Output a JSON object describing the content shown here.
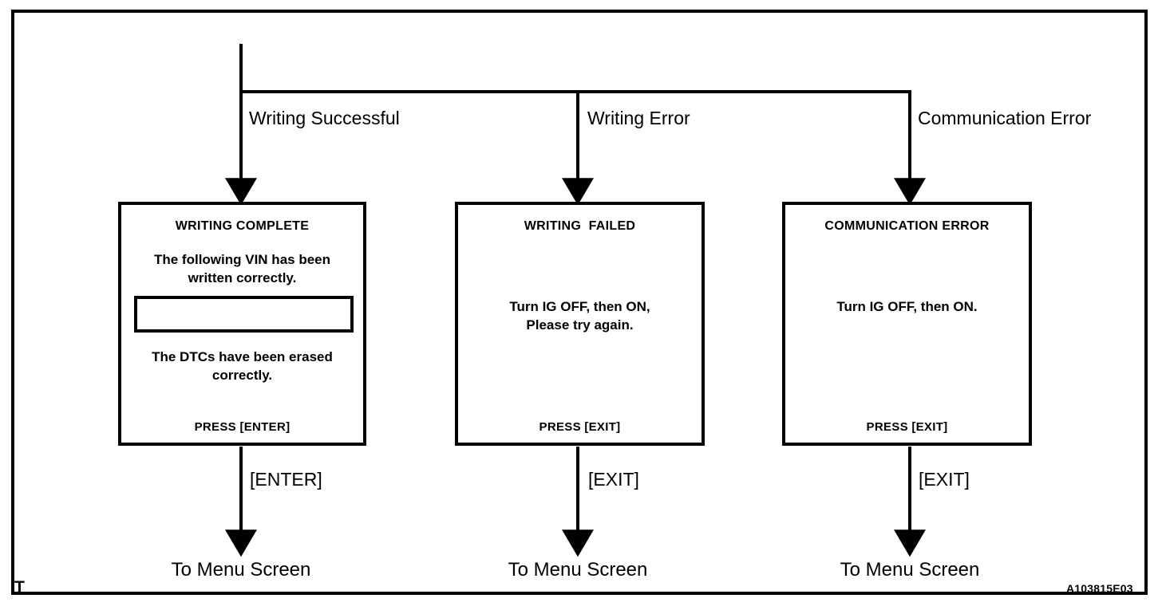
{
  "figure": {
    "code": "A103815E03",
    "corner_mark": "T"
  },
  "branches": [
    {
      "label": "Writing Successful"
    },
    {
      "label": "Writing Error"
    },
    {
      "label": "Communication Error"
    }
  ],
  "screens": [
    {
      "title": "WRITING COMPLETE",
      "message_top": "The following VIN has been\nwritten correctly.",
      "field_value": "",
      "message_bottom": "The DTCs have been erased\ncorrectly.",
      "footer": "PRESS [ENTER]",
      "has_field": true
    },
    {
      "title": "WRITING  FAILED",
      "message_top": "",
      "field_value": "",
      "message_bottom": "Turn IG OFF, then ON,\nPlease try again.",
      "footer": "PRESS [EXIT]",
      "has_field": false
    },
    {
      "title": "COMMUNICATION ERROR",
      "message_top": "",
      "field_value": "",
      "message_bottom": "Turn IG OFF, then ON.",
      "footer": "PRESS [EXIT]",
      "has_field": false
    }
  ],
  "exits": [
    {
      "key_label": "[ENTER]",
      "terminal": "To Menu Screen"
    },
    {
      "key_label": "[EXIT]",
      "terminal": "To Menu Screen"
    },
    {
      "key_label": "[EXIT]",
      "terminal": "To Menu Screen"
    }
  ],
  "colors": {
    "stroke": "#000000",
    "background": "#ffffff"
  }
}
